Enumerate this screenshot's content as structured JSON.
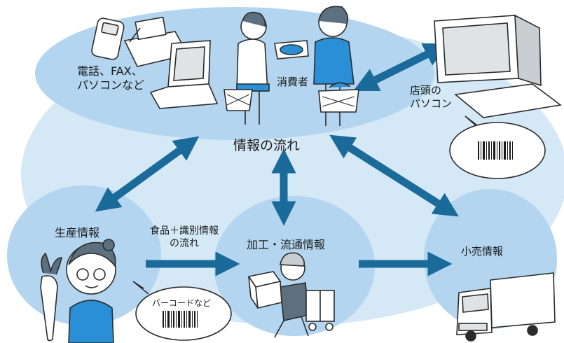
{
  "labels": {
    "consumer_devices": "電話、FAX、\nパソコンなど",
    "consumer": "消費者",
    "store_pc": "店頭の\nパソコン",
    "info_flow": "情報の流れ",
    "production": "生産情報",
    "food_id_flow": "食品＋識別情報\nの流れ",
    "processing": "加工・流通情報",
    "retail": "小売情報",
    "barcode_note": "バーコードなど"
  },
  "colors": {
    "ellipse_outer": "#d4e8f6",
    "ellipse_inner": "#b3d5ef",
    "arrow": "#1a6a9a",
    "line": "#2b2b2b",
    "accent_blue": "#2a8fd6"
  }
}
